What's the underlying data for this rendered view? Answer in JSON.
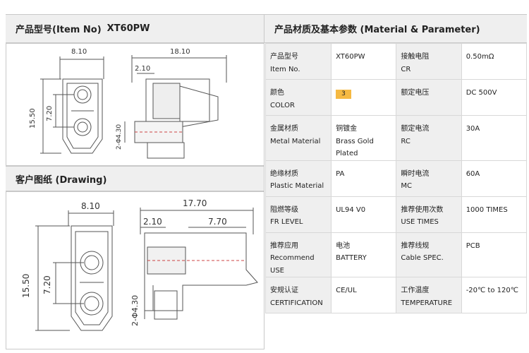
{
  "left_header": {
    "label": "产品型号(Item No)",
    "item": "XT60PW"
  },
  "drawing_header": "客户图纸 (Drawing)",
  "right_header": "产品材质及基本参数 (Material & Parameter)",
  "small_drawing": {
    "dim_width": "8.10",
    "dim_length": "18.10",
    "dim_offset": "2.10",
    "dim_height": "15.50",
    "dim_pitch": "7.20",
    "dim_pin": "2-Φ4.30"
  },
  "large_drawing": {
    "dim_width": "8.10",
    "dim_length": "17.70",
    "dim_offset": "2.10",
    "dim_pin_len": "7.70",
    "dim_height": "15.50",
    "dim_pitch": "7.20",
    "dim_pin": "2-Φ4.30"
  },
  "params": [
    {
      "l1": "产品型号",
      "l2": "Item No.",
      "v1": "XT60PW",
      "v2": "",
      "r1": "接触电阻",
      "r2": "CR",
      "rv": "0.50mΩ"
    },
    {
      "l1": "颜色",
      "l2": "COLOR",
      "v1": "3",
      "v2": "",
      "r1": "额定电压",
      "r2": "",
      "rv": "DC 500V"
    },
    {
      "l1": "金属材质",
      "l2": "Metal Material",
      "v1": "铜镀金",
      "v2": "Brass Gold Plated",
      "r1": "额定电流",
      "r2": "RC",
      "rv": "30A"
    },
    {
      "l1": "绝缘材质",
      "l2": "Plastic Material",
      "v1": "PA",
      "v2": "",
      "r1": "瞬时电流",
      "r2": "MC",
      "rv": "60A"
    },
    {
      "l1": "阻燃等级",
      "l2": "FR LEVEL",
      "v1": "UL94 V0",
      "v2": "",
      "r1": "推荐使用次数",
      "r2": "USE TIMES",
      "rv": "1000 TIMES"
    },
    {
      "l1": "推荐应用",
      "l2": "Recommend USE",
      "v1": "电池",
      "v2": "BATTERY",
      "r1": "推荐线规",
      "r2": "Cable SPEC.",
      "rv": "PCB"
    },
    {
      "l1": "安规认证",
      "l2": "CERTIFICATION",
      "v1": "CE/UL",
      "v2": "",
      "r1": "工作温度",
      "r2": "TEMPERATURE",
      "rv": "-20℃ to 120℃"
    }
  ],
  "colors": {
    "header_bg": "#efefef",
    "border": "#c9c9c9",
    "chip": "#f5b942",
    "dim_line": "#555555"
  }
}
